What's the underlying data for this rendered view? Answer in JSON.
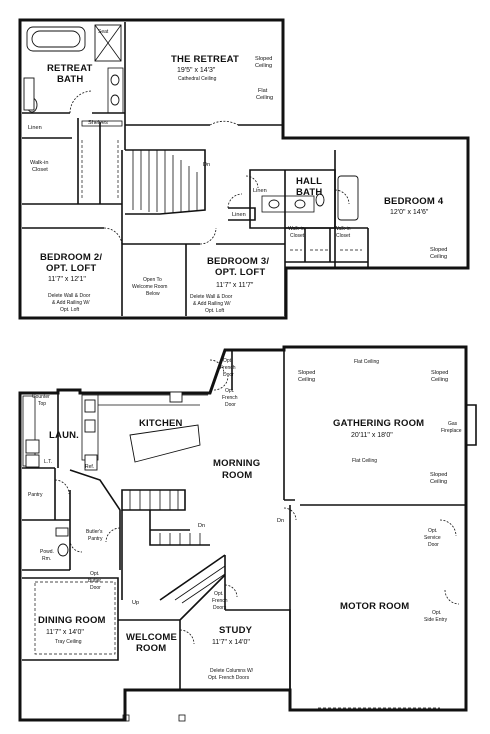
{
  "upper_floor": {
    "rooms": {
      "seat": "Seat",
      "retreat_bath_1": "RETREAT",
      "retreat_bath_2": "BATH",
      "retreat_title": "THE RETREAT",
      "retreat_dims": "19'5\" x 14'3\"",
      "retreat_note": "Cathedral Ceiling",
      "sloped_ceiling_1": "Sloped",
      "sloped_ceiling_2": "Ceiling",
      "flat_ceiling_1": "Flat",
      "flat_ceiling_2": "Ceiling",
      "linen": "Linen",
      "shelves": "Shelves",
      "walkin_1": "Walk-in",
      "walkin_2": "Closet",
      "dn": "Dn",
      "hall_bath_1": "HALL",
      "hall_bath_2": "BATH",
      "linen_2": "Linen",
      "linen_3": "Linen",
      "bed4_title": "BEDROOM 4",
      "bed4_dims": "12'0\" x 14'6\"",
      "walkin_b4a_1": "Walk-in",
      "walkin_b4a_2": "Closet",
      "walkin_b4b_1": "Walk-in",
      "walkin_b4b_2": "Closet",
      "sloped_b4_1": "Sloped",
      "sloped_b4_2": "Ceiling",
      "bed2_title_1": "BEDROOM 2/",
      "bed2_title_2": "OPT. LOFT",
      "bed2_dims": "11'7\" x 12'1\"",
      "bed2_note_1": "Delete Wall & Door",
      "bed2_note_2": "& Add Railing W/",
      "bed2_note_3": "Opt. Loft",
      "open_1": "Open To",
      "open_2": "Welcome Room",
      "open_3": "Below",
      "bed3_title_1": "BEDROOM 3/",
      "bed3_title_2": "OPT. LOFT",
      "bed3_dims": "11'7\" x 11'7\"",
      "bed3_note_1": "Delete Wall & Door",
      "bed3_note_2": "& Add Railing W/",
      "bed3_note_3": "Opt. Loft"
    }
  },
  "main_floor": {
    "rooms": {
      "counter_1": "Counter",
      "counter_2": "Top",
      "laun": "LAUN.",
      "lt": "L.T.",
      "ref": "Ref.",
      "pantry": "Pantry",
      "butler_1": "Butler's",
      "butler_2": "Pantry",
      "powd_1": "Powd.",
      "powd_2": "Rm.",
      "opt_butler_1": "Opt.",
      "opt_butler_2": "Butler",
      "opt_butler_3": "Door",
      "kitchen": "KITCHEN",
      "morning_1": "MORNING",
      "morning_2": "ROOM",
      "opt_french_a_1": "Opt.",
      "opt_french_a_2": "French",
      "opt_french_a_3": "Door",
      "opt_french_b_1": "Opt.",
      "opt_french_b_2": "French",
      "opt_french_b_3": "Door",
      "flat_ceiling_top": "Flat Ceiling",
      "sloped_g1_1": "Sloped",
      "sloped_g1_2": "Ceiling",
      "sloped_g2_1": "Sloped",
      "sloped_g2_2": "Ceiling",
      "sloped_g3_1": "Sloped",
      "sloped_g3_2": "Ceiling",
      "gathering_title": "GATHERING ROOM",
      "gathering_dims": "20'11\" x 18'0\"",
      "flat_ceiling_mid": "Flat Ceiling",
      "gas_1": "Gas",
      "gas_2": "Fireplace",
      "dn_1": "Dn",
      "dn_2": "Dn",
      "up": "Up",
      "opt_service_1": "Opt.",
      "opt_service_2": "Service",
      "opt_service_3": "Door",
      "motor_title": "MOTOR ROOM",
      "opt_side_1": "Opt.",
      "opt_side_2": "Side Entry",
      "opt_fdoors_1": "Opt.",
      "opt_fdoors_2": "French",
      "opt_fdoors_3": "Doors",
      "dining_title": "DINING ROOM",
      "dining_dims": "11'7\" x 14'0\"",
      "dining_note": "Tray Ceiling",
      "welcome_1": "WELCOME",
      "welcome_2": "ROOM",
      "study_title": "STUDY",
      "study_dims": "11'7\" x 14'0\"",
      "study_note_1": "Delete Columns W/",
      "study_note_2": "Opt. French Doors"
    }
  }
}
